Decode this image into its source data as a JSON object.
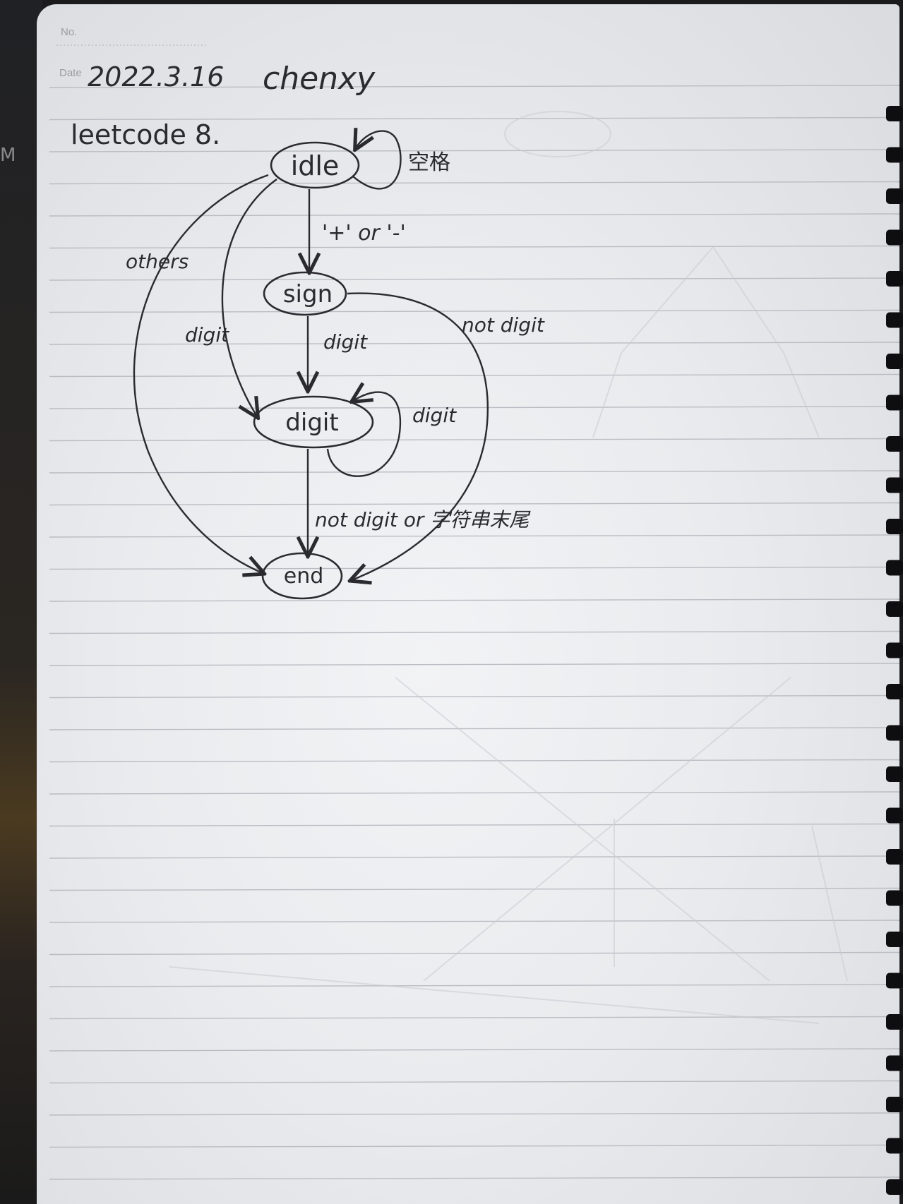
{
  "header": {
    "no_label": "No.",
    "date_label": "Date",
    "date_value": "2022.3.16",
    "author": "chenxy",
    "title": "leetcode 8."
  },
  "states": {
    "idle": "idle",
    "sign": "sign",
    "digit": "digit",
    "end": "end"
  },
  "transitions": {
    "idle_self": "空格",
    "idle_to_sign": "'+' or '-'",
    "idle_to_end": "others",
    "idle_to_digit": "digit",
    "sign_to_digit": "digit",
    "sign_to_end": "not digit",
    "digit_self": "digit",
    "digit_to_end": "not digit or 字符串末尾"
  },
  "colors": {
    "ink": "#2b2b2f",
    "paper": "#eceef1",
    "rule": "#b9bcc2"
  }
}
